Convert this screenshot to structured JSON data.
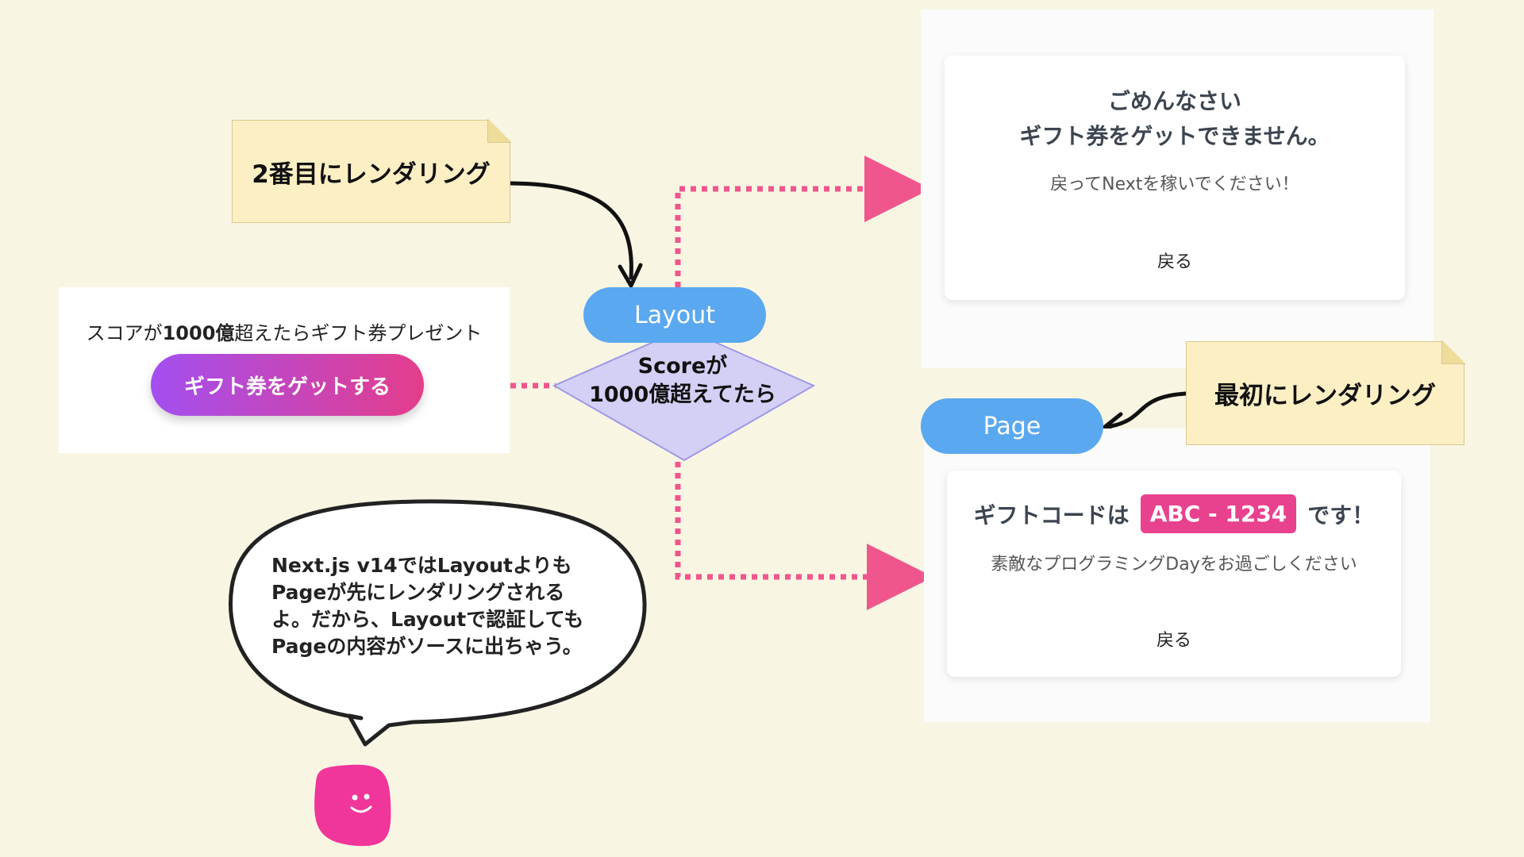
{
  "notes": {
    "second_render": "2番目にレンダリング",
    "first_render": "最初にレンダリング"
  },
  "left_panel": {
    "caption_pre": "スコアが",
    "caption_bold": "1000億",
    "caption_post": "超えたらギフト券プレゼント",
    "button_label": "ギフト券をゲットする"
  },
  "flow": {
    "layout_label": "Layout",
    "page_label": "Page",
    "condition_line1": "Scoreが",
    "condition_line2": "1000億超えてたら"
  },
  "sorry_card": {
    "line1": "ごめんなさい",
    "line2": "ギフト券をゲットできません。",
    "sub": "戻ってNextを稼いでください！",
    "back": "戻る"
  },
  "gift_card": {
    "prefix": "ギフトコードは",
    "code": "ABC - 1234",
    "suffix": "です！",
    "sub": "素敵なプログラミングDayをお過ごしください",
    "back": "戻る"
  },
  "speech_bubble": {
    "lines": [
      "Next.js v14ではLayoutよりも",
      "Pageが先にレンダリングされる",
      "よ。だから、Layoutで認証しても",
      "Pageの内容がソースに出ちゃう。"
    ]
  },
  "colors": {
    "background": "#f8f6e3",
    "note": "#fcefc4",
    "pill": "#5aa8ef",
    "diamond": "#d4d0f5",
    "dotted": "#f0568e",
    "badge": "#e8418e",
    "mascot": "#f0369a"
  }
}
